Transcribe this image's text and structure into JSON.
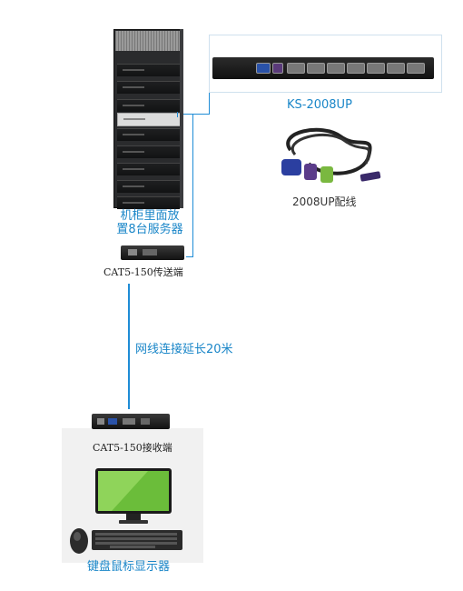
{
  "labels": {
    "kvm_model": "KS-2008UP",
    "cable": "2008UP配线",
    "rack_line1": "机柜里面放",
    "rack_line2": "置8台服务器",
    "transmitter": "CAT5-150传送端",
    "distance": "网线连接延长20米",
    "receiver": "CAT5-150接收端",
    "peripherals": "键盘鼠标显示器"
  },
  "colors": {
    "accent_blue": "#1a86c8",
    "line_blue": "#1f8cd6"
  },
  "icons": {
    "rack": "server-rack-icon",
    "kvm": "kvm-switch-icon",
    "cable": "kvm-cable-icon",
    "transmitter": "transmitter-icon",
    "receiver": "receiver-icon",
    "monitor": "monitor-icon",
    "keyboard": "keyboard-icon",
    "mouse": "mouse-icon"
  }
}
